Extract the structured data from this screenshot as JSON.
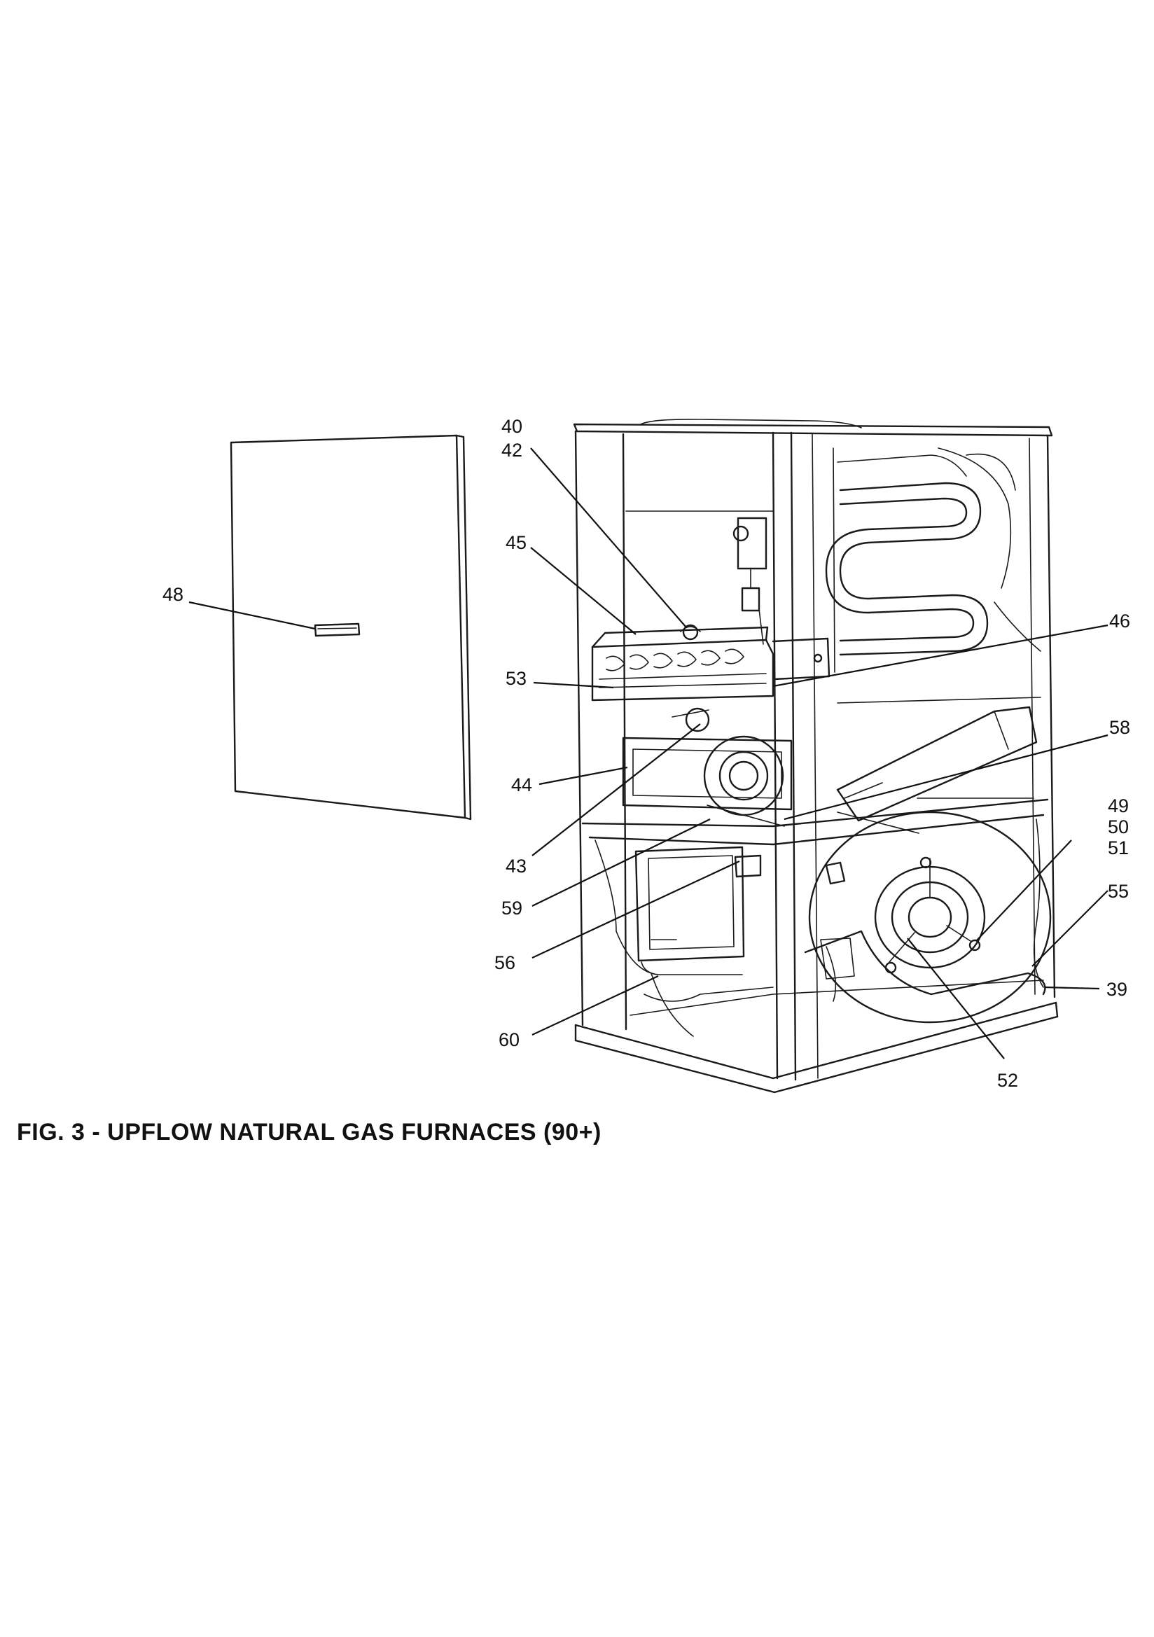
{
  "figure": {
    "caption": "FIG. 3 - UPFLOW NATURAL GAS FURNACES (90+)"
  },
  "callouts": {
    "c40": "40",
    "c42": "42",
    "c45": "45",
    "c48": "48",
    "c46": "46",
    "c53": "53",
    "c58": "58",
    "c44": "44",
    "c49": "49",
    "c50": "50",
    "c51": "51",
    "c43": "43",
    "c55": "55",
    "c59": "59",
    "c56": "56",
    "c39": "39",
    "c60": "60",
    "c52": "52"
  }
}
